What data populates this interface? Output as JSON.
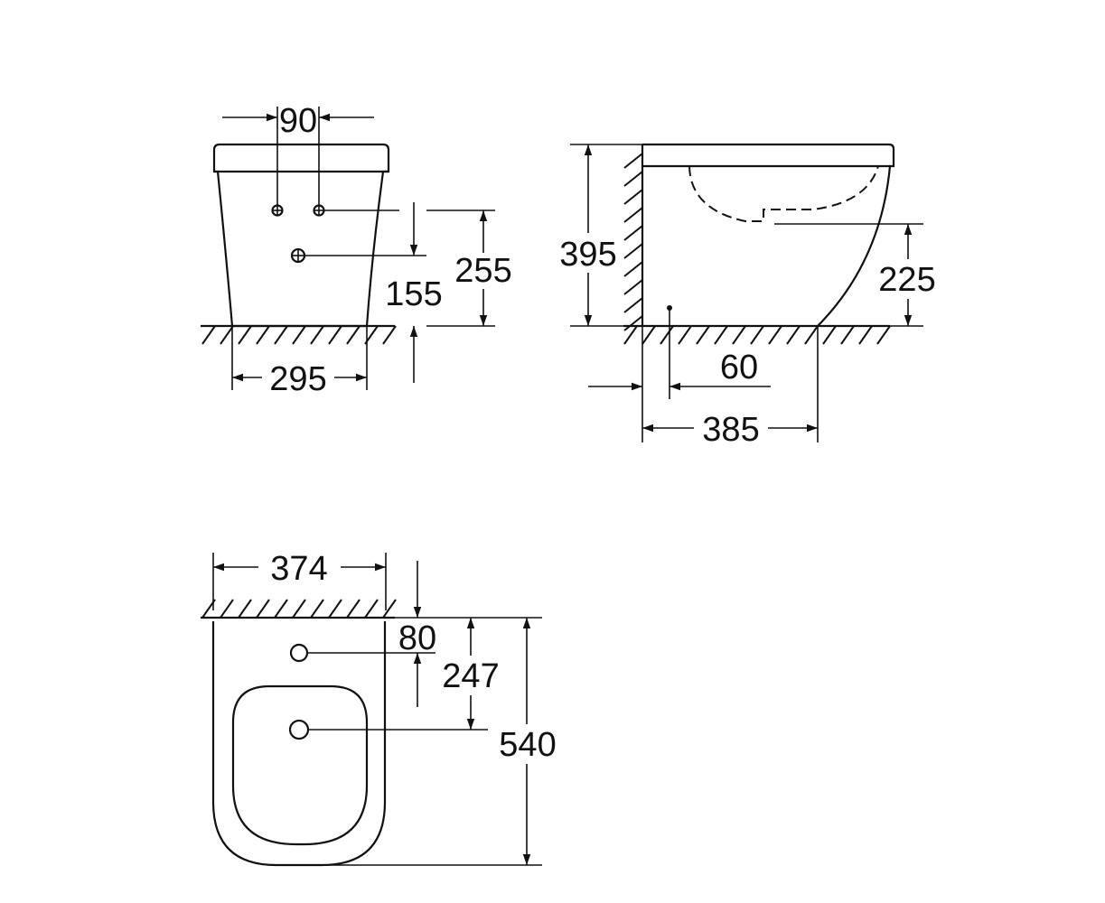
{
  "colors": {
    "line": "#111111",
    "background": "#ffffff"
  },
  "front_view": {
    "dim_width": "295",
    "dim_supply_spacing": "90",
    "dim_waste_height": "155",
    "dim_supply_height": "255"
  },
  "side_view": {
    "dim_height": "395",
    "dim_outlet_height": "225",
    "dim_waste_offset": "60",
    "dim_depth": "385"
  },
  "top_view": {
    "dim_width": "374",
    "dim_hole1_offset": "80",
    "dim_hole2_offset": "247",
    "dim_length": "540"
  }
}
